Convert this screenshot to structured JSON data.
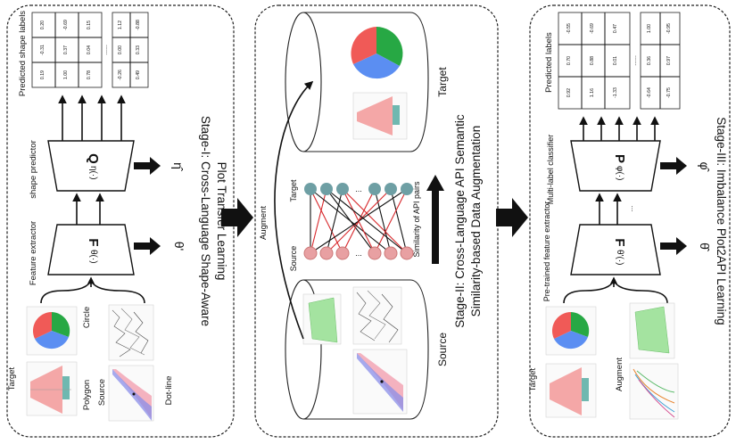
{
  "stage1": {
    "title_line1": "Stage-I: Cross-Language Shape-Aware",
    "title_line2": "Plot Transfer Learning",
    "feature_extractor_label": "Feature extractor",
    "shape_predictor_label": "shape predictor",
    "predicted_label": "Predicted shape labels",
    "f_box": {
      "main": "F",
      "sub": "θ(·)"
    },
    "q_box": {
      "main": "Q",
      "sub": "η(·)"
    },
    "theta_out": "θ'",
    "eta_out": "η̂",
    "target_label": "Target",
    "source_label": "Source",
    "circle_label": "Circle",
    "polygon_label": "Polygon",
    "dotline_label": "Dot-line",
    "table": {
      "rows": [
        [
          "0.19",
          "-0.31",
          "0.20"
        ],
        [
          "1.00",
          "0.37",
          "-0.69"
        ],
        [
          "0.78",
          "0.04",
          "0.15"
        ]
      ],
      "rows2": [
        [
          "-0.26",
          "0.00",
          "1.12"
        ],
        [
          "0.49",
          "0.33",
          "-0.88"
        ]
      ],
      "dots": "......"
    }
  },
  "stage2": {
    "title_line1": "Stage-II: Cross-Language API Semantic",
    "title_line2": "Similarity-based Data Augmentation",
    "target_label": "Target",
    "source_label": "Source",
    "augment_label": "Augment",
    "target_node_label": "Target",
    "source_node_label": "Source",
    "similarity_label": "Similarity of API pairs"
  },
  "stage3": {
    "title": "Stage-III: Imbalance Plot2API Learning",
    "pretrained_label": "Pre-trained feature extractor",
    "classifier_label": "Multi-label classifier",
    "predicted_label": "Predicted labels",
    "f_box": {
      "main": "F",
      "sub": "θ'(·)"
    },
    "p_box": {
      "main": "P",
      "sub": "φ(·)"
    },
    "theta_out": "θ̂",
    "phi_out": "φ̂",
    "target_label": "Target",
    "augment_label": "Augment",
    "table": {
      "cols": [
        [
          "0.92",
          "0.70",
          "-0.55"
        ],
        [
          "1.16",
          "0.88",
          "-0.69"
        ],
        [
          "-1.33",
          "0.01",
          "0.47"
        ]
      ],
      "cols2": [
        [
          "-0.64",
          "0.36",
          "1.00"
        ],
        [
          "-0.75",
          "0.97",
          "-0.95"
        ]
      ],
      "dots": "......",
      "ell": "..."
    }
  },
  "colors": {
    "node_target": "#6e9fa4",
    "node_source": "#e8a0a2",
    "edge_red": "#d8282c",
    "pie_red": "#f05a57",
    "pie_green": "#27a844",
    "pie_blue": "#5b8ef2"
  }
}
